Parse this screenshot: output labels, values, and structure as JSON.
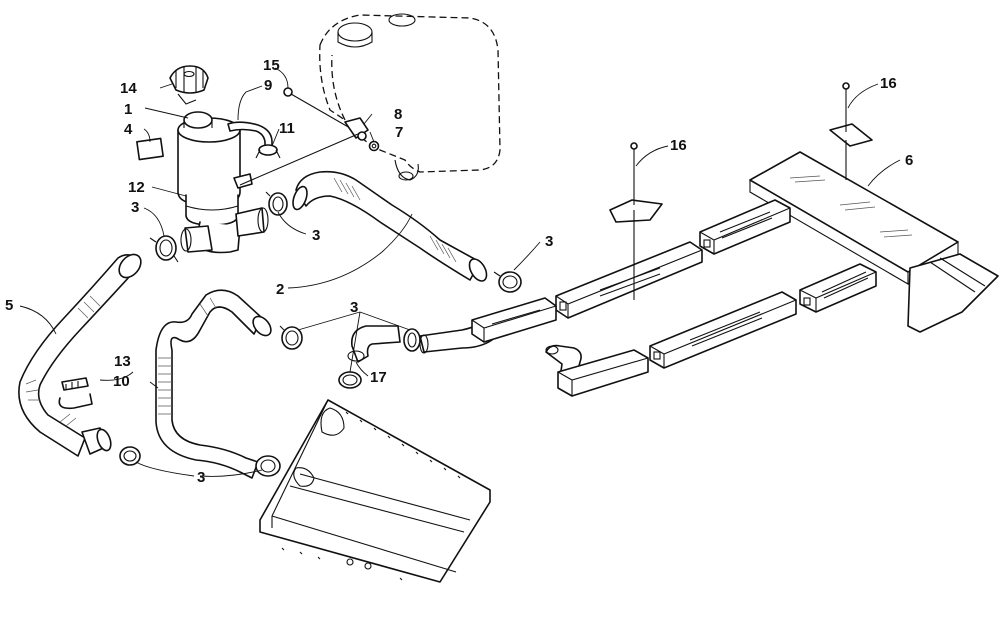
{
  "callouts": [
    {
      "id": "c1",
      "text": "1"
    },
    {
      "id": "c2",
      "text": "2"
    },
    {
      "id": "c3a",
      "text": "3"
    },
    {
      "id": "c3b",
      "text": "3"
    },
    {
      "id": "c3c",
      "text": "3"
    },
    {
      "id": "c3d",
      "text": "3"
    },
    {
      "id": "c3e",
      "text": "3"
    },
    {
      "id": "c4",
      "text": "4"
    },
    {
      "id": "c5",
      "text": "5"
    },
    {
      "id": "c6",
      "text": "6"
    },
    {
      "id": "c7",
      "text": "7"
    },
    {
      "id": "c8",
      "text": "8"
    },
    {
      "id": "c9",
      "text": "9"
    },
    {
      "id": "c10",
      "text": "10"
    },
    {
      "id": "c11",
      "text": "11"
    },
    {
      "id": "c12",
      "text": "12"
    },
    {
      "id": "c13",
      "text": "13"
    },
    {
      "id": "c14",
      "text": "14"
    },
    {
      "id": "c15",
      "text": "15"
    },
    {
      "id": "c16a",
      "text": "16"
    },
    {
      "id": "c16b",
      "text": "16"
    },
    {
      "id": "c17",
      "text": "17"
    }
  ]
}
